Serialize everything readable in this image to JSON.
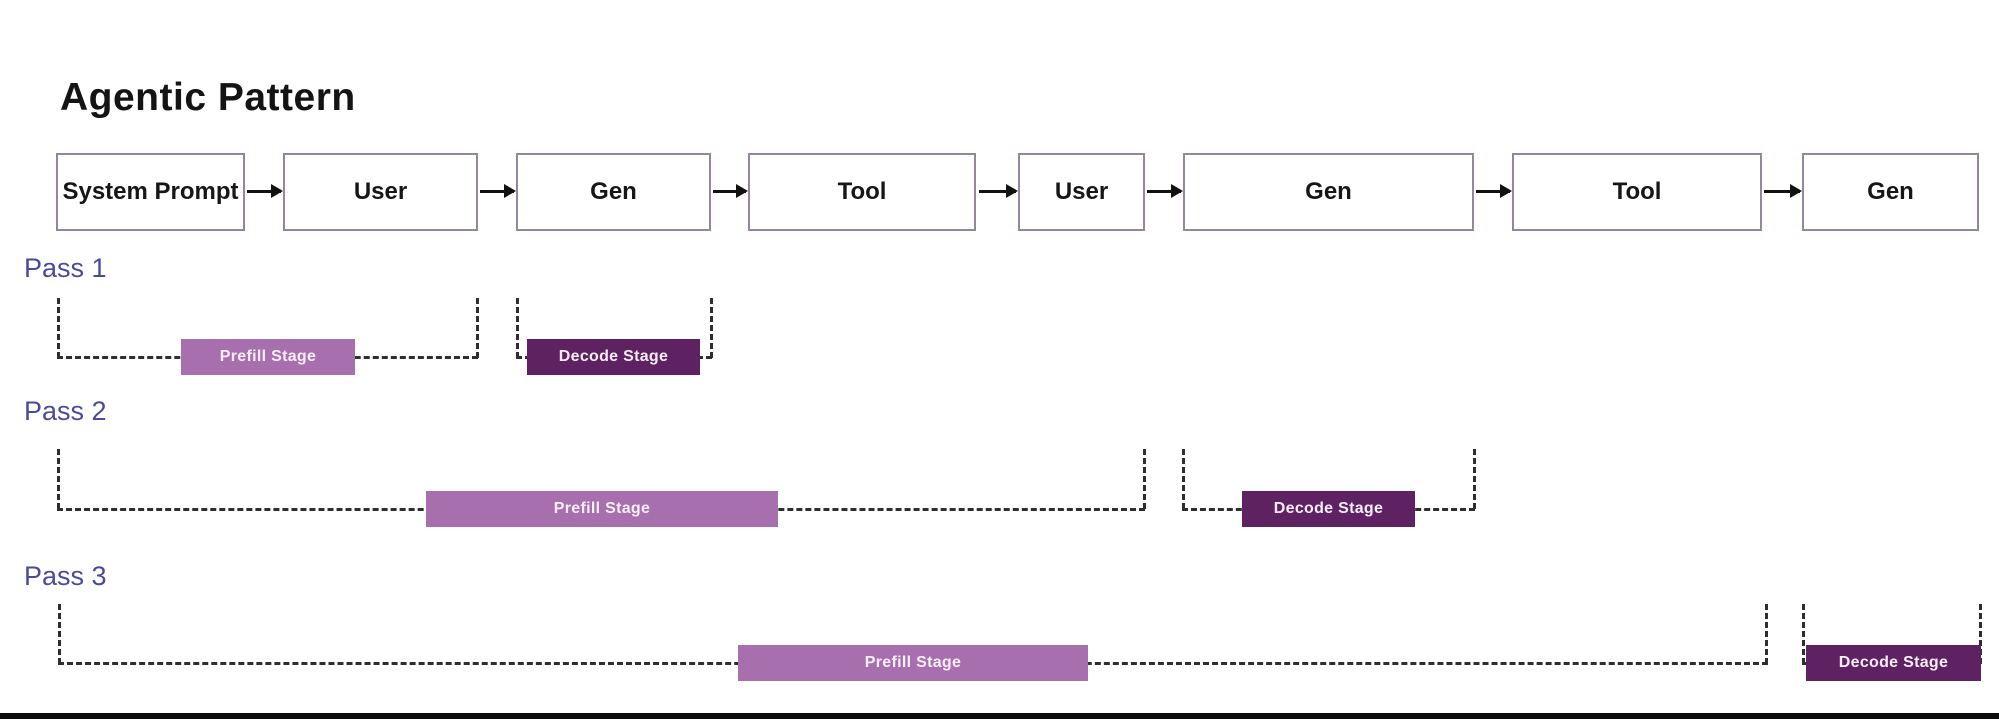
{
  "title": "Agentic Pattern",
  "flow": {
    "nodes": [
      {
        "label": "System Prompt"
      },
      {
        "label": "User"
      },
      {
        "label": "Gen"
      },
      {
        "label": "Tool"
      },
      {
        "label": "User"
      },
      {
        "label": "Gen"
      },
      {
        "label": "Tool"
      },
      {
        "label": "Gen"
      }
    ]
  },
  "passes": [
    {
      "label": "Pass 1",
      "prefill": "Prefill Stage",
      "decode": "Decode Stage"
    },
    {
      "label": "Pass 2",
      "prefill": "Prefill Stage",
      "decode": "Decode Stage"
    },
    {
      "label": "Pass 3",
      "prefill": "Prefill Stage",
      "decode": "Decode Stage"
    }
  ],
  "colors": {
    "prefill_badge": "#a76fae",
    "decode_badge": "#5e2162",
    "pass_label": "#4a4a9d",
    "node_border": "#97859b",
    "dash_line": "#2e2e2e",
    "bottom_bar": "#0b0b0b"
  }
}
